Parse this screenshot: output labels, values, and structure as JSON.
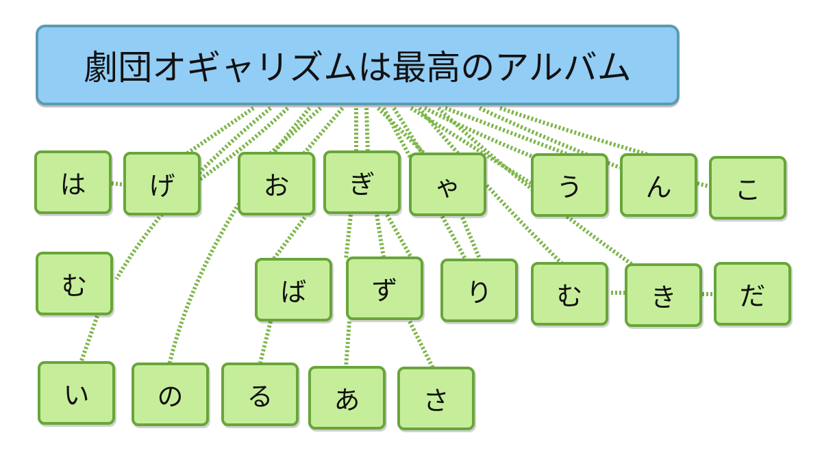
{
  "diagram": {
    "title": "劇団オギャリズムは最高のアルバム",
    "colors": {
      "root_fill": "#92cdf5",
      "root_border": "#5a9bb2",
      "node_fill": "#c6ee9a",
      "node_border": "#68a53a",
      "edge": "#7db54a"
    },
    "nodes": [
      {
        "id": "ha",
        "text": "は"
      },
      {
        "id": "ge",
        "text": "げ"
      },
      {
        "id": "o",
        "text": "お"
      },
      {
        "id": "gi",
        "text": "ぎ"
      },
      {
        "id": "ya",
        "text": "ゃ"
      },
      {
        "id": "u",
        "text": "う"
      },
      {
        "id": "n",
        "text": "ん"
      },
      {
        "id": "ko",
        "text": "こ"
      },
      {
        "id": "mu1",
        "text": "む"
      },
      {
        "id": "ba",
        "text": "ば"
      },
      {
        "id": "zu",
        "text": "ず"
      },
      {
        "id": "ri",
        "text": "り"
      },
      {
        "id": "mu2",
        "text": "む"
      },
      {
        "id": "ki",
        "text": "き"
      },
      {
        "id": "da",
        "text": "だ"
      },
      {
        "id": "i",
        "text": "い"
      },
      {
        "id": "no",
        "text": "の"
      },
      {
        "id": "ru",
        "text": "る"
      },
      {
        "id": "a",
        "text": "あ"
      },
      {
        "id": "sa",
        "text": "さ"
      }
    ]
  }
}
